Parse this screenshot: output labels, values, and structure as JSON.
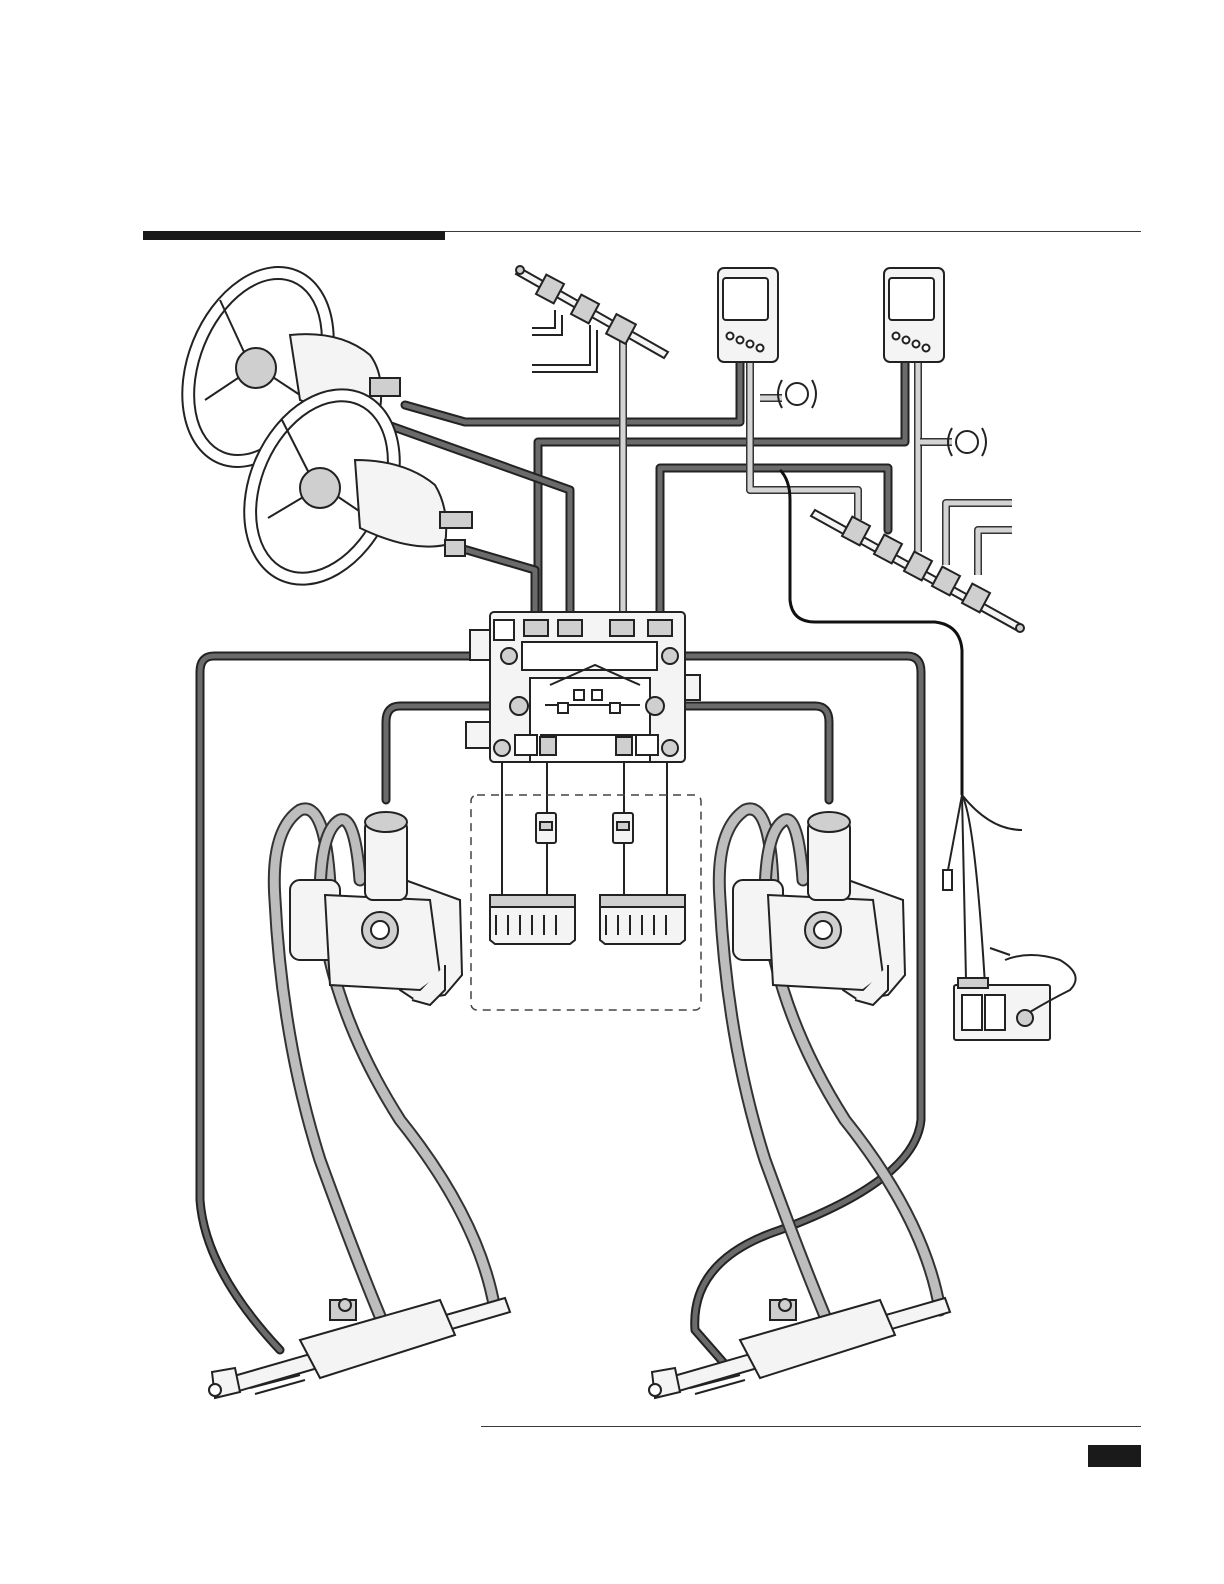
{
  "diagram": {
    "components": [
      {
        "id": "helm-upper",
        "icon": "steering-wheel-icon"
      },
      {
        "id": "helm-lower",
        "icon": "steering-wheel-icon"
      },
      {
        "id": "display-left",
        "icon": "display-icon"
      },
      {
        "id": "display-right",
        "icon": "display-icon"
      },
      {
        "id": "antenna-left",
        "icon": "antenna-icon"
      },
      {
        "id": "antenna-right",
        "icon": "antenna-icon"
      },
      {
        "id": "backbone-upper",
        "icon": "network-backbone-icon"
      },
      {
        "id": "backbone-lower",
        "icon": "network-backbone-icon"
      },
      {
        "id": "control-unit",
        "icon": "control-unit-icon"
      },
      {
        "id": "battery-left",
        "icon": "battery-icon"
      },
      {
        "id": "battery-right",
        "icon": "battery-icon"
      },
      {
        "id": "breaker-left",
        "icon": "breaker-icon"
      },
      {
        "id": "breaker-right",
        "icon": "breaker-icon"
      },
      {
        "id": "pump-left",
        "icon": "hydraulic-pump-icon"
      },
      {
        "id": "pump-right",
        "icon": "hydraulic-pump-icon"
      },
      {
        "id": "cylinder-left",
        "icon": "steering-cylinder-icon"
      },
      {
        "id": "cylinder-right",
        "icon": "steering-cylinder-icon"
      },
      {
        "id": "switch-panel",
        "icon": "switch-panel-icon"
      },
      {
        "id": "fuse",
        "icon": "fuse-icon"
      }
    ],
    "colors": {
      "ink": "#222222",
      "cable_gray": "#6b6b6b",
      "hose_gray": "#bdbdbd",
      "light_gray": "#d4d4d4"
    }
  }
}
